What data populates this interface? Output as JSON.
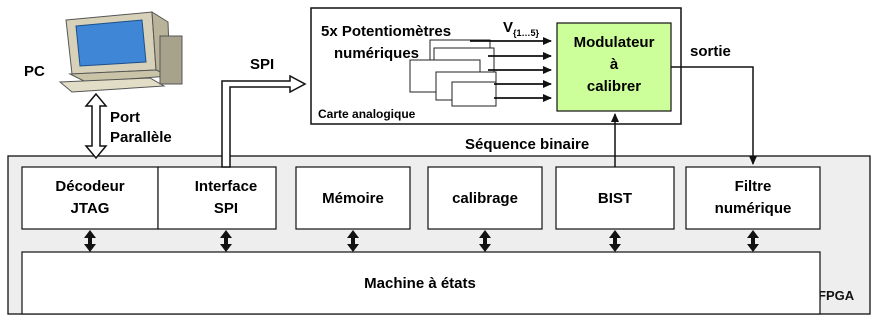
{
  "pc_label": "PC",
  "port_line1": "Port",
  "port_line2": "Parallèle",
  "spi_label": "SPI",
  "analog_board": {
    "title_line1": "5x Potentiomètres",
    "title_line2": "numériques",
    "v_label": "V",
    "v_subscript": "{1…5}",
    "footer_label": "Carte analogique",
    "modulator_line1": "Modulateur",
    "modulator_line2": "à",
    "modulator_line3": "calibrer"
  },
  "output_label": "sortie",
  "binary_sequence_label": "Séquence binaire",
  "fpga": {
    "label": "FPGA",
    "modules": [
      {
        "id": "jtag",
        "line1": "Décodeur",
        "line2": "JTAG"
      },
      {
        "id": "spi",
        "line1": "Interface",
        "line2": "SPI"
      },
      {
        "id": "memoire",
        "line1": "Mémoire",
        "line2": ""
      },
      {
        "id": "calibrage",
        "line1": "calibrage",
        "line2": ""
      },
      {
        "id": "bist",
        "line1": "BIST",
        "line2": ""
      },
      {
        "id": "filtre",
        "line1": "Filtre",
        "line2": "numérique"
      }
    ],
    "state_machine_label": "Machine à états"
  },
  "colors": {
    "fpga_fill": "#eeeeee",
    "modulator_fill": "#ccff99",
    "stroke": "#111111",
    "monitor_body": "#d6d1b8",
    "monitor_screen": "#3f86d6"
  }
}
